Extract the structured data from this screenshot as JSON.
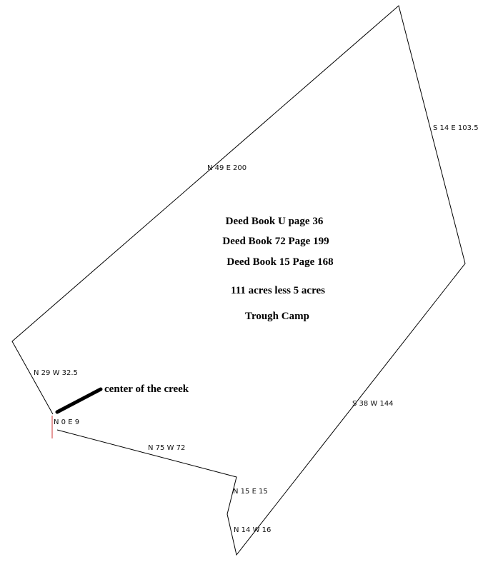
{
  "title_lines": [
    "Deed Book U page 36",
    "Deed Book 72 Page 199",
    "Deed Book 15 Page 168",
    "111 acres less 5 acres",
    "Trough Camp"
  ],
  "calls": {
    "north_east": "N 49 E 200",
    "south_east": "S 14 E 103.5",
    "south_west": "S 38 W 144",
    "n14w16": "N 14 W 16",
    "n15e15": "N 15 E 15",
    "n75w72": "N 75 W 72",
    "n0e9": "N 0 E 9",
    "n29w": "N 29 W 32.5"
  },
  "creek_label": "center of the creek",
  "colors": {
    "boundary": "#000000",
    "creek": "#000000",
    "marker": "#cc3333"
  }
}
